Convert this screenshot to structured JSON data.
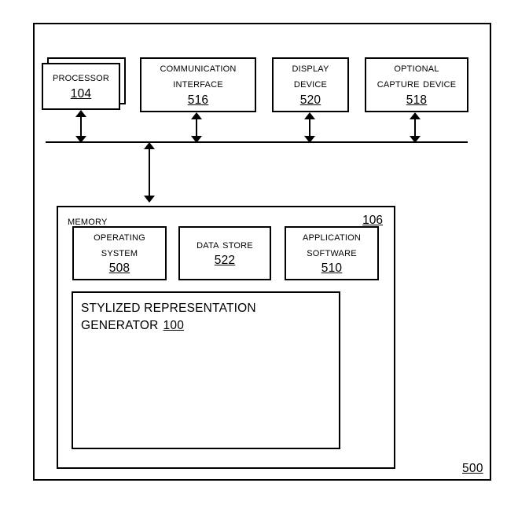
{
  "figure": {
    "reference_number": "500"
  },
  "top_components": [
    {
      "name": "processor",
      "lines": [
        "Processor"
      ],
      "reference": "104",
      "stacked": true
    },
    {
      "name": "communication-interface",
      "lines": [
        "Communication",
        "Interface"
      ],
      "reference": "516",
      "stacked": false
    },
    {
      "name": "display-device",
      "lines": [
        "Display",
        "Device"
      ],
      "reference": "520",
      "stacked": false
    },
    {
      "name": "optional-capture-device",
      "lines": [
        "Optional",
        "Capture Device"
      ],
      "reference": "518",
      "stacked": false
    }
  ],
  "memory": {
    "label": "Memory",
    "reference": "106",
    "components": [
      {
        "name": "operating-system",
        "lines": [
          "Operating",
          "System"
        ],
        "reference": "508"
      },
      {
        "name": "data-store",
        "lines": [
          "Data Store"
        ],
        "reference": "522"
      },
      {
        "name": "application-software",
        "lines": [
          "Application",
          "Software"
        ],
        "reference": "510"
      }
    ],
    "generator": {
      "line1": "STYLIZED REPRESENTATION",
      "line2": "GENERATOR",
      "reference": "100"
    }
  },
  "colors": {
    "stroke": "#000000",
    "background": "#ffffff"
  }
}
